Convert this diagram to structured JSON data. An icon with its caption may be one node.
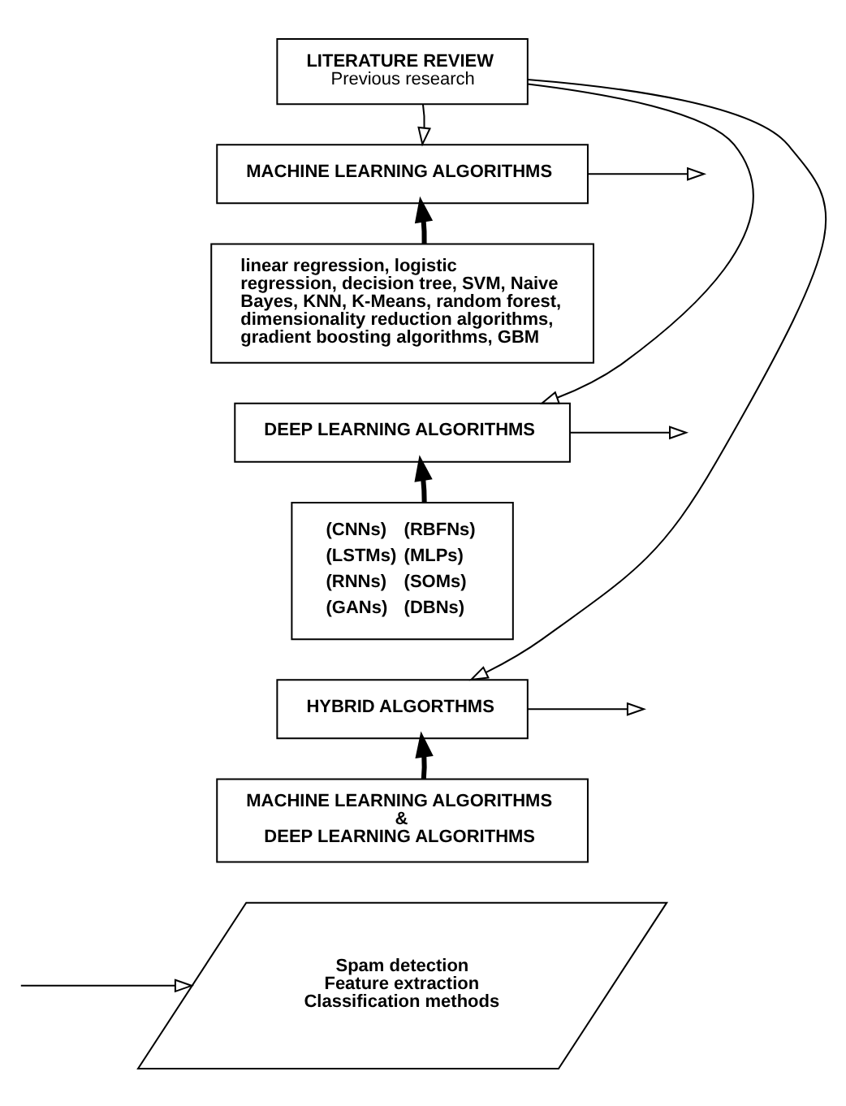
{
  "diagram": {
    "nodes": [
      {
        "text": [
          "LITERATURE REVIEW",
          "Previous research"
        ]
      },
      {
        "text": [
          "MACHINE LEARNING ALGORITHMS"
        ]
      },
      {
        "text": [
          "linear regression, logistic regression, decision tree, SVM, Naive Bayes, KNN, K-Means, random forest, dimensionality reduction algorithms, gradient boosting algorithms, GBM"
        ]
      },
      {
        "text": [
          "DEEP LEARNING ALGORITHMS"
        ]
      },
      {
        "text": [
          "(CNNs)",
          "(RBFNs)",
          "(LSTMs)",
          "(MLPs)",
          "(RNNs)",
          "(SOMs)",
          "(GANs)",
          "(DBNs)"
        ]
      },
      {
        "text": [
          "HYBRID ALGORTHMS"
        ]
      },
      {
        "text": [
          "MACHINE LEARNING ALGORITHMS",
          "&",
          "DEEP LEARNING ALGORITHMS"
        ]
      },
      {
        "text": [
          "Spam detection",
          "Feature extraction",
          "Classification methods"
        ]
      }
    ],
    "edges": [
      {
        "from": 0,
        "to": 1,
        "arrow": "to"
      },
      {
        "from": 0,
        "to": 3,
        "arrow": "to"
      },
      {
        "from": 0,
        "to": 5,
        "arrow": "to"
      },
      {
        "from": 2,
        "to": 1,
        "arrow": "to",
        "style": "thick"
      },
      {
        "from": 4,
        "to": 3,
        "arrow": "to",
        "style": "thick"
      },
      {
        "from": 6,
        "to": 5,
        "arrow": "to",
        "style": "thick"
      },
      {
        "from": 1,
        "to": null,
        "arrow": "to"
      },
      {
        "from": 3,
        "to": null,
        "arrow": "to"
      },
      {
        "from": 5,
        "to": null,
        "arrow": "to"
      },
      {
        "from": null,
        "to": 7,
        "arrow": "to"
      }
    ]
  }
}
